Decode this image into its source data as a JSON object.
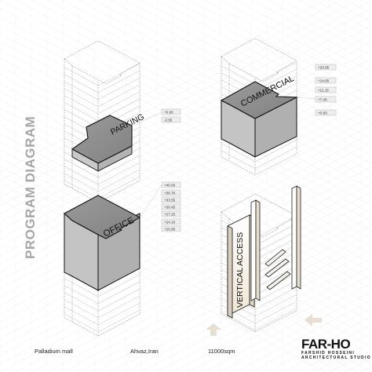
{
  "side_title": "PROGRAM DIAGRAM",
  "panels": {
    "parking": {
      "label": "PARKING",
      "levels": [
        "+0.90",
        "-2.55"
      ]
    },
    "commercial": {
      "label": "COMMERCIAL",
      "levels": [
        "+20.95",
        "+14.65",
        "+11.15",
        "+7.45",
        "+0.90"
      ]
    },
    "office": {
      "label": "OFFICE",
      "levels": [
        "+40.00",
        "+36.70",
        "+33.55",
        "+30.45",
        "+27.25",
        "+24.10",
        "+20.95"
      ]
    },
    "vertical_access": {
      "label": "VERTICAL ACCESS"
    }
  },
  "footer": {
    "project": "Palladium mall",
    "location": "Ahvaz,Iran",
    "area": "11000sqm"
  },
  "logo": {
    "name": "FAR-HO",
    "line1": "FARSHID HOSSEINI",
    "line2": "ARCHITECTURAL STUDIO"
  },
  "colors": {
    "highlight_fill": "#bdbdbd",
    "top_fill": "#8c8c8c",
    "grid": "#e6e6e6"
  }
}
